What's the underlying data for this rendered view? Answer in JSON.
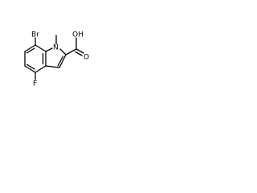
{
  "molecule": {
    "atoms": {
      "bromine": "Br",
      "fluorine": "F",
      "nitrogen": "N",
      "carbonyl_oxygen": "O",
      "hydroxyl": "OH"
    }
  }
}
